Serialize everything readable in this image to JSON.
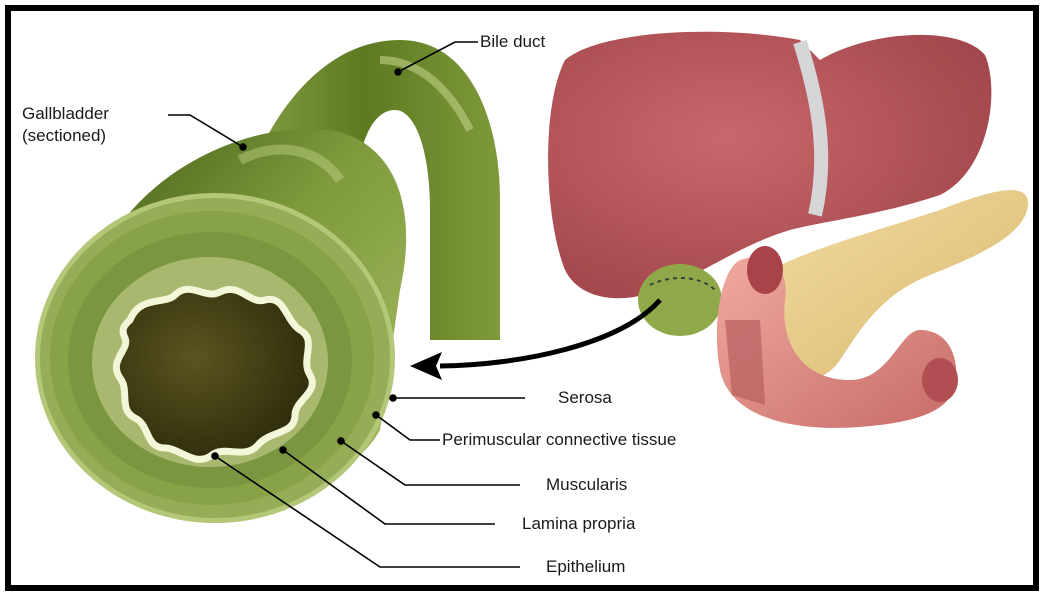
{
  "labels": {
    "bile_duct": "Bile duct",
    "gallbladder_line1": "Gallbladder",
    "gallbladder_line2": "(sectioned)",
    "serosa": "Serosa",
    "perimuscular": "Perimuscular connective tissue",
    "muscularis": "Muscularis",
    "lamina_propria": "Lamina propria",
    "epithelium": "Epithelium"
  },
  "colors": {
    "gallbladder_outer": "#7f9a3a",
    "gallbladder_dark": "#4e6a1e",
    "lumen": "#3d3a12",
    "liver": "#b5565a",
    "pancreas": "#e8cf8e",
    "duodenum": "#e5908a",
    "border": "#000000"
  }
}
